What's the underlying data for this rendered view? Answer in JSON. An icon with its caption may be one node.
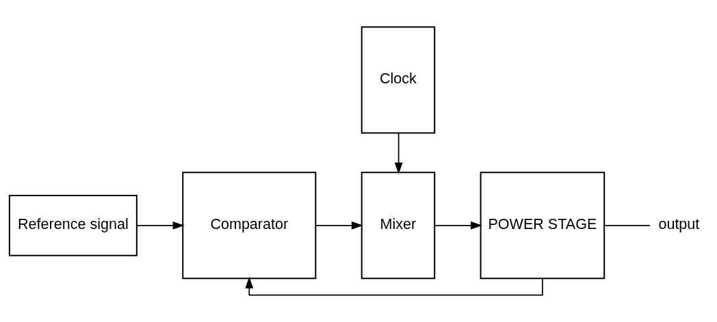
{
  "diagram": {
    "nodes": [
      {
        "text": [
          "Reference signal"
        ]
      },
      {
        "text": [
          "Comparator"
        ]
      },
      {
        "text": [
          "Mixer"
        ]
      },
      {
        "text": [
          "POWER STAGE"
        ]
      },
      {
        "text": [
          "Clock"
        ]
      },
      {
        "text": [
          "output"
        ]
      }
    ],
    "edges": [
      {
        "from": 0,
        "to": 1,
        "arrow": "to"
      },
      {
        "from": 1,
        "to": 2,
        "arrow": "to"
      },
      {
        "from": 2,
        "to": 3,
        "arrow": "to"
      },
      {
        "from": 3,
        "to": 5,
        "arrow": "none"
      },
      {
        "from": 4,
        "to": 2,
        "arrow": "to"
      },
      {
        "from": 3,
        "to": 1,
        "arrow": "to"
      }
    ]
  }
}
